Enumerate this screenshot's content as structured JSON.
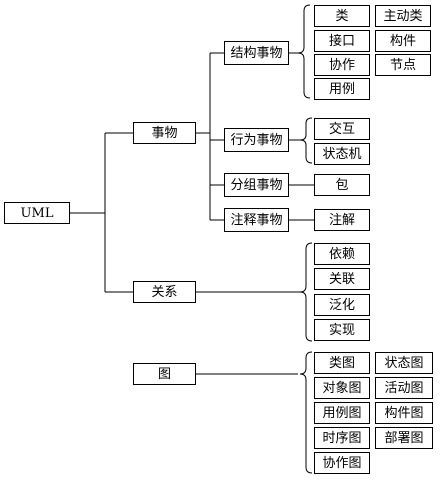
{
  "root": "UML",
  "main": {
    "things": "事物",
    "relations": "关系",
    "diagrams": "图"
  },
  "things": {
    "structural": "结构事物",
    "behavioral": "行为事物",
    "grouping": "分组事物",
    "annotational": "注释事物"
  },
  "structural_items": [
    "类",
    "主动类",
    "接口",
    "构件",
    "协作",
    "节点",
    "用例"
  ],
  "behavioral_items": [
    "交互",
    "状态机"
  ],
  "grouping_items": [
    "包"
  ],
  "annotational_items": [
    "注解"
  ],
  "relation_items": [
    "依赖",
    "关联",
    "泛化",
    "实现"
  ],
  "diagram_items": [
    "类图",
    "状态图",
    "对象图",
    "活动图",
    "用例图",
    "构件图",
    "时序图",
    "部署图",
    "协作图"
  ]
}
